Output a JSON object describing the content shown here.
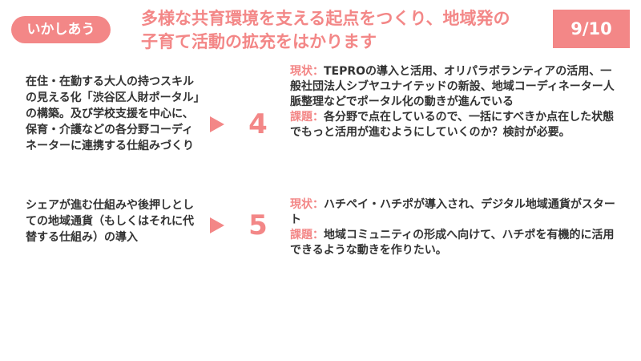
{
  "header": {
    "tag": "いかしあう",
    "title_line1": "多様な共育環境を支える起点をつくり、地域発の",
    "title_line2": "子育て活動の拡充をはかります",
    "page_number": "9/10"
  },
  "items": [
    {
      "left_text": "在住・在勤する大人の持つスキルの見える化「渋谷区人財ポータル」の構築。及び学校支援を中心に、保育・介護などの各分野コーディネーターに連携する仕組みづくり",
      "number": "4",
      "status_label": "現状：",
      "status_text": "TEPROの導入と活用、オリパラボランティアの活用、一般社団法人シブヤユナイテッドの新設、地域コーディネーター人脈整理などでポータル化の動きが進んでいる",
      "issue_label": "課題：",
      "issue_text": "各分野で点在しているので、一括にすべきか点在した状態でもっと活用が進むようにしていくのか？検討が必要。"
    },
    {
      "left_text": "シェアが進む仕組みや後押しとしての地域通貨（もしくはそれに代替する仕組み）の導入",
      "number": "5",
      "status_label": "現状：",
      "status_text": "ハチペイ・ハチポが導入され、デジタル地域通貨がスタート",
      "issue_label": "課題：",
      "issue_text": "地域コミュニティの形成へ向けて、ハチポを有機的に活用できるような動きを作りたい。"
    }
  ],
  "colors": {
    "accent": "#f38787",
    "text": "#333333",
    "background": "#ffffff"
  },
  "icons": {
    "arrow": "triangle-right-icon"
  }
}
